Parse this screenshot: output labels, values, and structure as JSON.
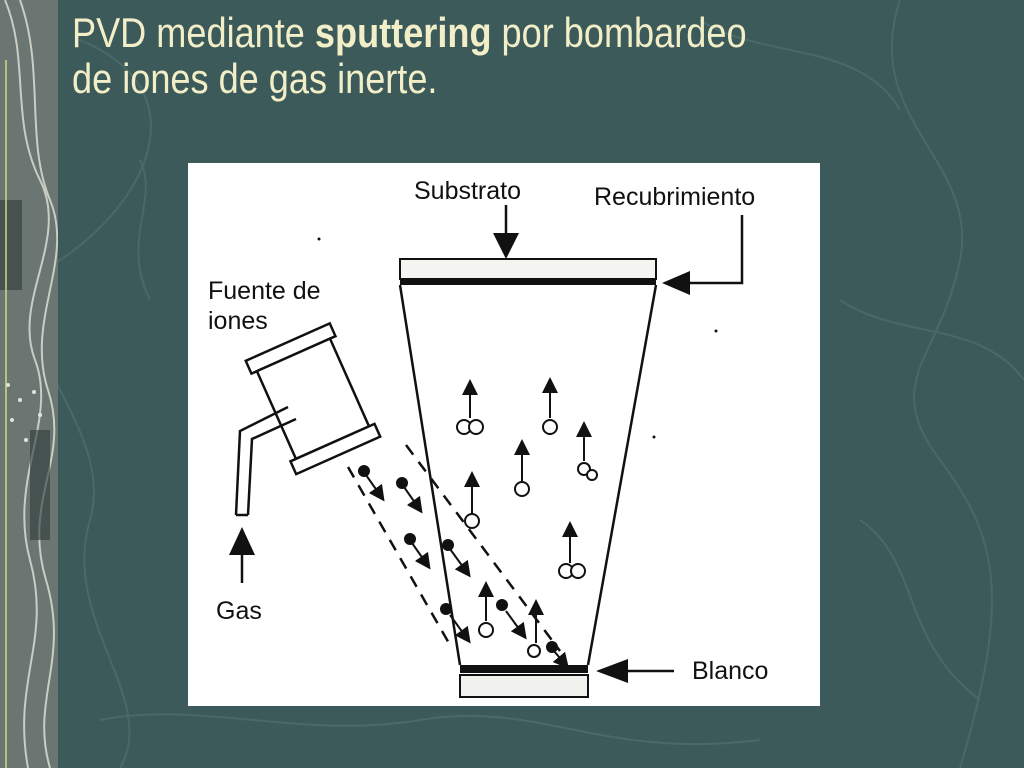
{
  "slide": {
    "title_line1_pre": "PVD mediante ",
    "title_line1_bold": "sputtering",
    "title_line1_post": " por bombardeo",
    "title_line2": "de iones de gas inerte."
  },
  "diagram": {
    "labels": {
      "substrato": "Substrato",
      "recubrimiento": "Recubrimiento",
      "fuente_line1": "Fuente de",
      "fuente_line2": "iones",
      "gas": "Gas",
      "blanco": "Blanco"
    }
  },
  "colors": {
    "background": "#3c5a5a",
    "title_text": "#f2efc8",
    "diagram_bg": "#ffffff",
    "ink": "#111111"
  }
}
